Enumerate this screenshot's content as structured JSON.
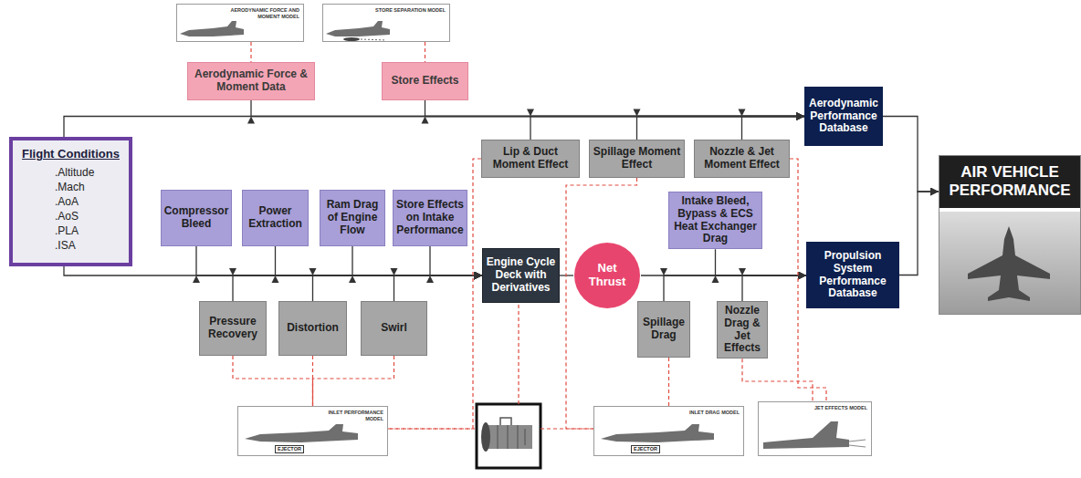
{
  "diagram": {
    "nodes": [
      {
        "text": [
          "Flight Conditions",
          ".Altitude",
          ".Mach",
          ".AoA",
          ".AoS",
          ".PLA",
          ".ISA"
        ]
      },
      {
        "text": [
          "AERODYNAMIC FORCE AND MOMENT MODEL"
        ]
      },
      {
        "text": [
          "STORE SEPARATION MODEL"
        ]
      },
      {
        "text": [
          "Aerodynamic Force & Moment Data"
        ]
      },
      {
        "text": [
          "Store Effects"
        ]
      },
      {
        "text": [
          "Lip & Duct Moment Effect"
        ]
      },
      {
        "text": [
          "Spillage Moment Effect"
        ]
      },
      {
        "text": [
          "Nozzle & Jet Moment Effect"
        ]
      },
      {
        "text": [
          "Aerodynamic Performance Database"
        ]
      },
      {
        "text": [
          "Compressor Bleed"
        ]
      },
      {
        "text": [
          "Power Extraction"
        ]
      },
      {
        "text": [
          "Ram Drag of Engine Flow"
        ]
      },
      {
        "text": [
          "Store Effects on Intake Performance"
        ]
      },
      {
        "text": [
          "Intake Bleed, Bypass & ECS Heat Exchanger Drag"
        ]
      },
      {
        "text": [
          "Engine Cycle Deck with Derivatives"
        ]
      },
      {
        "text": [
          "Net Thrust"
        ]
      },
      {
        "text": [
          "Propulsion System Performance Database"
        ]
      },
      {
        "text": [
          "AIR VEHICLE PERFORMANCE"
        ]
      },
      {
        "text": [
          "Pressure Recovery"
        ]
      },
      {
        "text": [
          "Distortion"
        ]
      },
      {
        "text": [
          "Swirl"
        ]
      },
      {
        "text": [
          "Spillage Drag"
        ]
      },
      {
        "text": [
          "Nozzle Drag & Jet Effects"
        ]
      },
      {
        "text": [
          "INLET PERFORMANCE MODEL",
          "EJECTOR"
        ]
      },
      {
        "text": [
          "INLET DRAG MODEL",
          "EJECTOR"
        ]
      },
      {
        "text": [
          "JET EFFECTS MODEL"
        ]
      }
    ],
    "edges": [
      {
        "from": 1,
        "to": 3,
        "arrow": "none"
      },
      {
        "from": 2,
        "to": 4,
        "arrow": "none"
      },
      {
        "from": 0,
        "to": 8,
        "arrow": "to"
      },
      {
        "from": 3,
        "to": 8,
        "arrow": "to"
      },
      {
        "from": 4,
        "to": 8,
        "arrow": "to"
      },
      {
        "from": 5,
        "to": 8,
        "arrow": "to"
      },
      {
        "from": 6,
        "to": 8,
        "arrow": "to"
      },
      {
        "from": 7,
        "to": 8,
        "arrow": "to"
      },
      {
        "from": 0,
        "to": 14,
        "arrow": "to"
      },
      {
        "from": 9,
        "to": 14,
        "arrow": "to"
      },
      {
        "from": 10,
        "to": 14,
        "arrow": "to"
      },
      {
        "from": 11,
        "to": 14,
        "arrow": "to"
      },
      {
        "from": 12,
        "to": 14,
        "arrow": "to"
      },
      {
        "from": 18,
        "to": 14,
        "arrow": "to"
      },
      {
        "from": 19,
        "to": 14,
        "arrow": "to"
      },
      {
        "from": 20,
        "to": 14,
        "arrow": "to"
      },
      {
        "from": 14,
        "to": 15,
        "arrow": "none"
      },
      {
        "from": 15,
        "to": 16,
        "arrow": "to"
      },
      {
        "from": 13,
        "to": 16,
        "arrow": "to"
      },
      {
        "from": 21,
        "to": 16,
        "arrow": "to"
      },
      {
        "from": 22,
        "to": 16,
        "arrow": "to"
      },
      {
        "from": 8,
        "to": 17,
        "arrow": "to"
      },
      {
        "from": 16,
        "to": 17,
        "arrow": "to"
      },
      {
        "from": 18,
        "to": 23,
        "arrow": "none"
      },
      {
        "from": 19,
        "to": 23,
        "arrow": "none"
      },
      {
        "from": 20,
        "to": 23,
        "arrow": "none"
      },
      {
        "from": 5,
        "to": 23,
        "arrow": "none"
      },
      {
        "from": 6,
        "to": 24,
        "arrow": "none"
      },
      {
        "from": 21,
        "to": 24,
        "arrow": "none"
      },
      {
        "from": 7,
        "to": 25,
        "arrow": "none"
      },
      {
        "from": 22,
        "to": 25,
        "arrow": "none"
      }
    ]
  }
}
